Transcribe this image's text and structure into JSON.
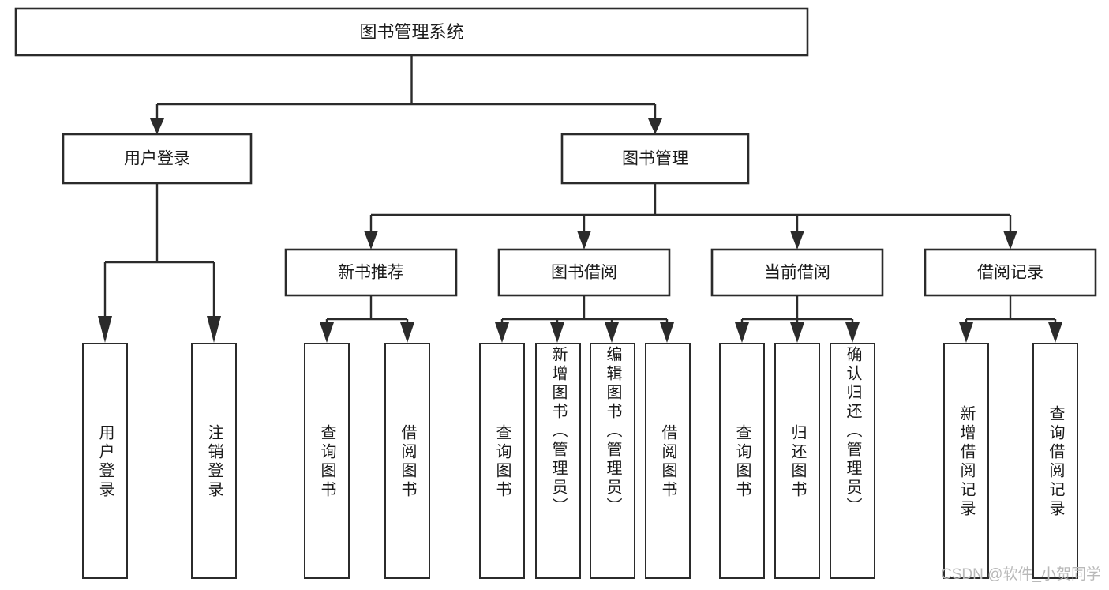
{
  "diagram": {
    "title": "图书管理系统",
    "type": "tree",
    "root": {
      "id": "root",
      "label": "图书管理系统",
      "orientation": "horizontal"
    },
    "level2": [
      {
        "id": "user-login",
        "label": "用户登录",
        "orientation": "horizontal"
      },
      {
        "id": "book-management",
        "label": "图书管理",
        "orientation": "horizontal"
      }
    ],
    "level3": [
      {
        "id": "new-book-recommend",
        "label": "新书推荐",
        "parent": "book-management",
        "orientation": "horizontal"
      },
      {
        "id": "book-borrow",
        "label": "图书借阅",
        "parent": "book-management",
        "orientation": "horizontal"
      },
      {
        "id": "current-borrow",
        "label": "当前借阅",
        "parent": "book-management",
        "orientation": "horizontal"
      },
      {
        "id": "borrow-record",
        "label": "借阅记录",
        "parent": "book-management",
        "orientation": "horizontal"
      }
    ],
    "leaves": [
      {
        "id": "leaf-user-login",
        "label": "用户登录",
        "parent": "user-login",
        "orientation": "vertical"
      },
      {
        "id": "leaf-user-logout",
        "label": "注销登录",
        "parent": "user-login",
        "orientation": "vertical"
      },
      {
        "id": "leaf-query-book-1",
        "label": "查询图书",
        "parent": "new-book-recommend",
        "orientation": "vertical"
      },
      {
        "id": "leaf-borrow-book-1",
        "label": "借阅图书",
        "parent": "new-book-recommend",
        "orientation": "vertical"
      },
      {
        "id": "leaf-query-book-2",
        "label": "查询图书",
        "parent": "book-borrow",
        "orientation": "vertical"
      },
      {
        "id": "leaf-add-book",
        "label": "新增图书（管理员）",
        "parent": "book-borrow",
        "orientation": "vertical"
      },
      {
        "id": "leaf-edit-book",
        "label": "编辑图书（管理员）",
        "parent": "book-borrow",
        "orientation": "vertical"
      },
      {
        "id": "leaf-borrow-book-2",
        "label": "借阅图书",
        "parent": "book-borrow",
        "orientation": "vertical"
      },
      {
        "id": "leaf-query-book-3",
        "label": "查询图书",
        "parent": "current-borrow",
        "orientation": "vertical"
      },
      {
        "id": "leaf-return-book",
        "label": "归还图书",
        "parent": "current-borrow",
        "orientation": "vertical"
      },
      {
        "id": "leaf-confirm-return",
        "label": "确认归还（管理员）",
        "parent": "current-borrow",
        "orientation": "vertical"
      },
      {
        "id": "leaf-add-record",
        "label": "新增借阅记录",
        "parent": "borrow-record",
        "orientation": "vertical"
      },
      {
        "id": "leaf-query-record",
        "label": "查询借阅记录",
        "parent": "borrow-record",
        "orientation": "vertical"
      }
    ],
    "colors": {
      "stroke": "#2b2b2b",
      "box_fill": "#ffffff",
      "text": "#1b1b1b",
      "background": "#ffffff",
      "watermark": "#b9b9b9"
    }
  },
  "watermark": {
    "text": "CSDN @软件_小贺同学"
  }
}
